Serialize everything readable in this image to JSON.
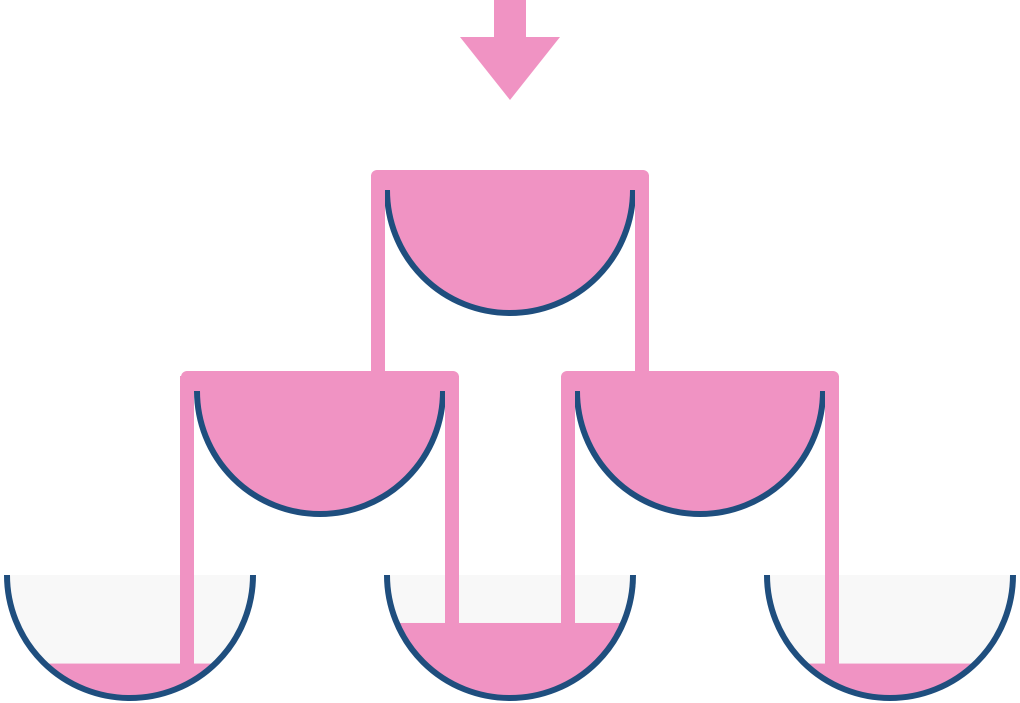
{
  "diagram": {
    "colors": {
      "liquid": "#f093c3",
      "glass_outline": "#1f4e7e",
      "glass_empty": "#f8f8f8",
      "background": "#ffffff"
    },
    "inflow_icon": "arrow-down-icon",
    "glasses": [
      {
        "id": "top",
        "row": 0,
        "fill": 1.0
      },
      {
        "id": "middle-left",
        "row": 1,
        "fill": 1.0
      },
      {
        "id": "middle-right",
        "row": 1,
        "fill": 1.0
      },
      {
        "id": "bottom-left",
        "row": 2,
        "fill": 0.28
      },
      {
        "id": "bottom-middle",
        "row": 2,
        "fill": 0.61
      },
      {
        "id": "bottom-right",
        "row": 2,
        "fill": 0.28
      }
    ]
  }
}
